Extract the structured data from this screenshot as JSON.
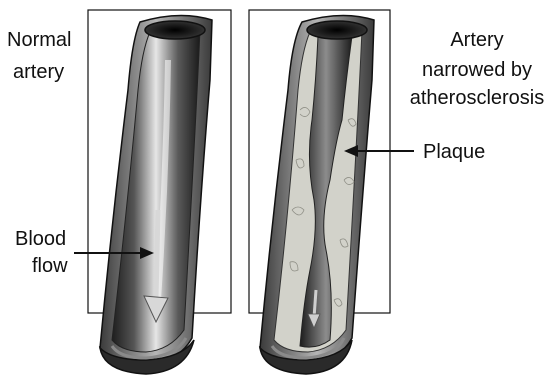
{
  "labels": {
    "normal_line1": "Normal",
    "normal_line2": "artery",
    "narrowed_line1": "Artery",
    "narrowed_line2": "narrowed by",
    "narrowed_line3": "atherosclerosis",
    "plaque": "Plaque",
    "blood_line1": "Blood",
    "blood_line2": "flow"
  },
  "colors": {
    "line": "#111111",
    "vessel_dark": "#2e2e2e",
    "vessel_mid": "#777777",
    "vessel_light": "#d9d9d9",
    "plaque_fill": "#d2d2ca",
    "wall_band": "#9a9a9a"
  }
}
